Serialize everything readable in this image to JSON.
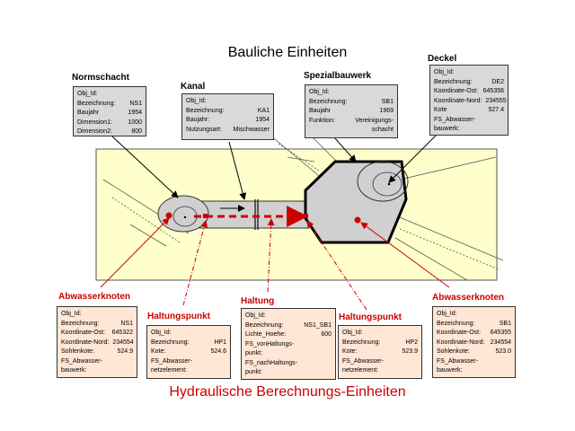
{
  "title_top": "Bauliche Einheiten",
  "title_bottom": "Hydraulische Berechnungs-Einheiten",
  "labels": {
    "normschacht": "Normschacht",
    "kanal": "Kanal",
    "spezialbauwerk": "Spezialbauwerk",
    "deckel": "Deckel",
    "abwasserknoten_left": "Abwasserknoten",
    "haltungspunkt_left": "Haltungspunkt",
    "haltung": "Haltung",
    "haltungspunkt_right": "Haltungspunkt",
    "abwasserknoten_right": "Abwasserknoten"
  },
  "cards": {
    "normschacht": [
      {
        "k": "Obj_Id:",
        "v": ""
      },
      {
        "k": "Bezeichnung:",
        "v": "NS1"
      },
      {
        "k": "Baujahr",
        "v": "1954"
      },
      {
        "k": "Dimension1:",
        "v": "1000"
      },
      {
        "k": "Dimension2:",
        "v": "800"
      }
    ],
    "kanal": [
      {
        "k": "Obj_Id:",
        "v": ""
      },
      {
        "k": "Bezeichnung:",
        "v": "KA1"
      },
      {
        "k": "Baujahr:",
        "v": "1954"
      },
      {
        "k": "Nutzungsart:",
        "v": "Mischwasser"
      }
    ],
    "spezialbauwerk": [
      {
        "k": "Obj_Id:",
        "v": ""
      },
      {
        "k": "Bezeichnung:",
        "v": "SB1"
      },
      {
        "k": "Baujahr",
        "v": "1969"
      },
      {
        "k": "Funktion:",
        "v": "Vereinigungs-"
      },
      {
        "k": "",
        "v": "schacht"
      }
    ],
    "deckel": [
      {
        "k": "Obj_Id:",
        "v": ""
      },
      {
        "k": "Bezeichnung:",
        "v": "DE2"
      },
      {
        "k": "Koordinate-Ost:",
        "v": "645356"
      },
      {
        "k": "Koordinate-Nord:",
        "v": "234555"
      },
      {
        "k": "Kote",
        "v": "527.4"
      },
      {
        "k": "FS_Abwasser-",
        "v": ""
      },
      {
        "k": "bauwerk:",
        "v": ""
      }
    ],
    "abwasserknoten_left": [
      {
        "k": "Obj_Id:",
        "v": ""
      },
      {
        "k": "Bezeichnung:",
        "v": "NS1"
      },
      {
        "k": "Koordinate-Ost:",
        "v": "645322"
      },
      {
        "k": "Koordinate-Nord:",
        "v": "234554"
      },
      {
        "k": "Sohlenkote:",
        "v": "524.9"
      },
      {
        "k": "FS_Abwasser-",
        "v": ""
      },
      {
        "k": "bauwerk:",
        "v": ""
      }
    ],
    "haltungspunkt_left": [
      {
        "k": "Obj_Id:",
        "v": ""
      },
      {
        "k": "Bezeichnung:",
        "v": "HP1"
      },
      {
        "k": "Kote:",
        "v": "524.6"
      },
      {
        "k": "FS_Abwasser-",
        "v": ""
      },
      {
        "k": "netzelement:",
        "v": ""
      }
    ],
    "haltung": [
      {
        "k": "Obj_Id:",
        "v": ""
      },
      {
        "k": "Bezeichnung:",
        "v": "NS1_SB1"
      },
      {
        "k": "Lichte_Hoehe:",
        "v": "600"
      },
      {
        "k": "FS_vonHaltungs-",
        "v": ""
      },
      {
        "k": "punkt:",
        "v": ""
      },
      {
        "k": "FS_nachHaltungs-",
        "v": ""
      },
      {
        "k": "punkt:",
        "v": ""
      }
    ],
    "haltungspunkt_right": [
      {
        "k": "Obj_Id:",
        "v": ""
      },
      {
        "k": "Bezeichnung:",
        "v": "HP2"
      },
      {
        "k": "Kote:",
        "v": "523.9"
      },
      {
        "k": "FS_Abwasser-",
        "v": ""
      },
      {
        "k": "netzelement:",
        "v": ""
      }
    ],
    "abwasserknoten_right": [
      {
        "k": "Obj_Id:",
        "v": ""
      },
      {
        "k": "Bezeichnung:",
        "v": "SB1"
      },
      {
        "k": "Koordinate-Ost:",
        "v": "645355"
      },
      {
        "k": "Koordinate-Nord:",
        "v": "234554"
      },
      {
        "k": "Sohlenkote:",
        "v": "523.0"
      },
      {
        "k": "FS_Abwasser-",
        "v": ""
      },
      {
        "k": "bauwerk:",
        "v": ""
      }
    ]
  }
}
